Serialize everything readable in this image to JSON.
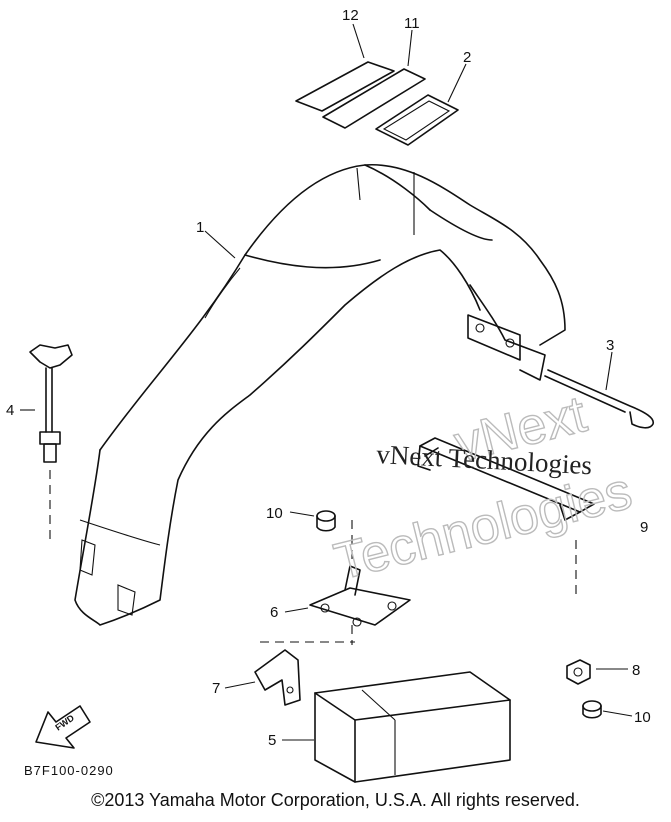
{
  "diagram": {
    "code": "B7F100-0290",
    "fwd_label": "FWD",
    "copyright": "©2013 Yamaha Motor Corporation, U.S.A. All rights reserved.",
    "watermark": {
      "line1": "vNext Technologies",
      "line2": "vNext",
      "line3": "Technologies"
    },
    "callouts": [
      {
        "id": "12",
        "part": "label-12"
      },
      {
        "id": "11",
        "part": "label-11"
      },
      {
        "id": "2",
        "part": "label-2"
      },
      {
        "id": "1",
        "part": "fender"
      },
      {
        "id": "3",
        "part": "rod"
      },
      {
        "id": "4",
        "part": "bolt"
      },
      {
        "id": "5",
        "part": "battery"
      },
      {
        "id": "6",
        "part": "bracket"
      },
      {
        "id": "7",
        "part": "bracket-small"
      },
      {
        "id": "8",
        "part": "fitting"
      },
      {
        "id": "9",
        "part": "strap"
      },
      {
        "id": "10",
        "part": "cap"
      },
      {
        "id": "10",
        "part": "cap-lower"
      }
    ]
  }
}
